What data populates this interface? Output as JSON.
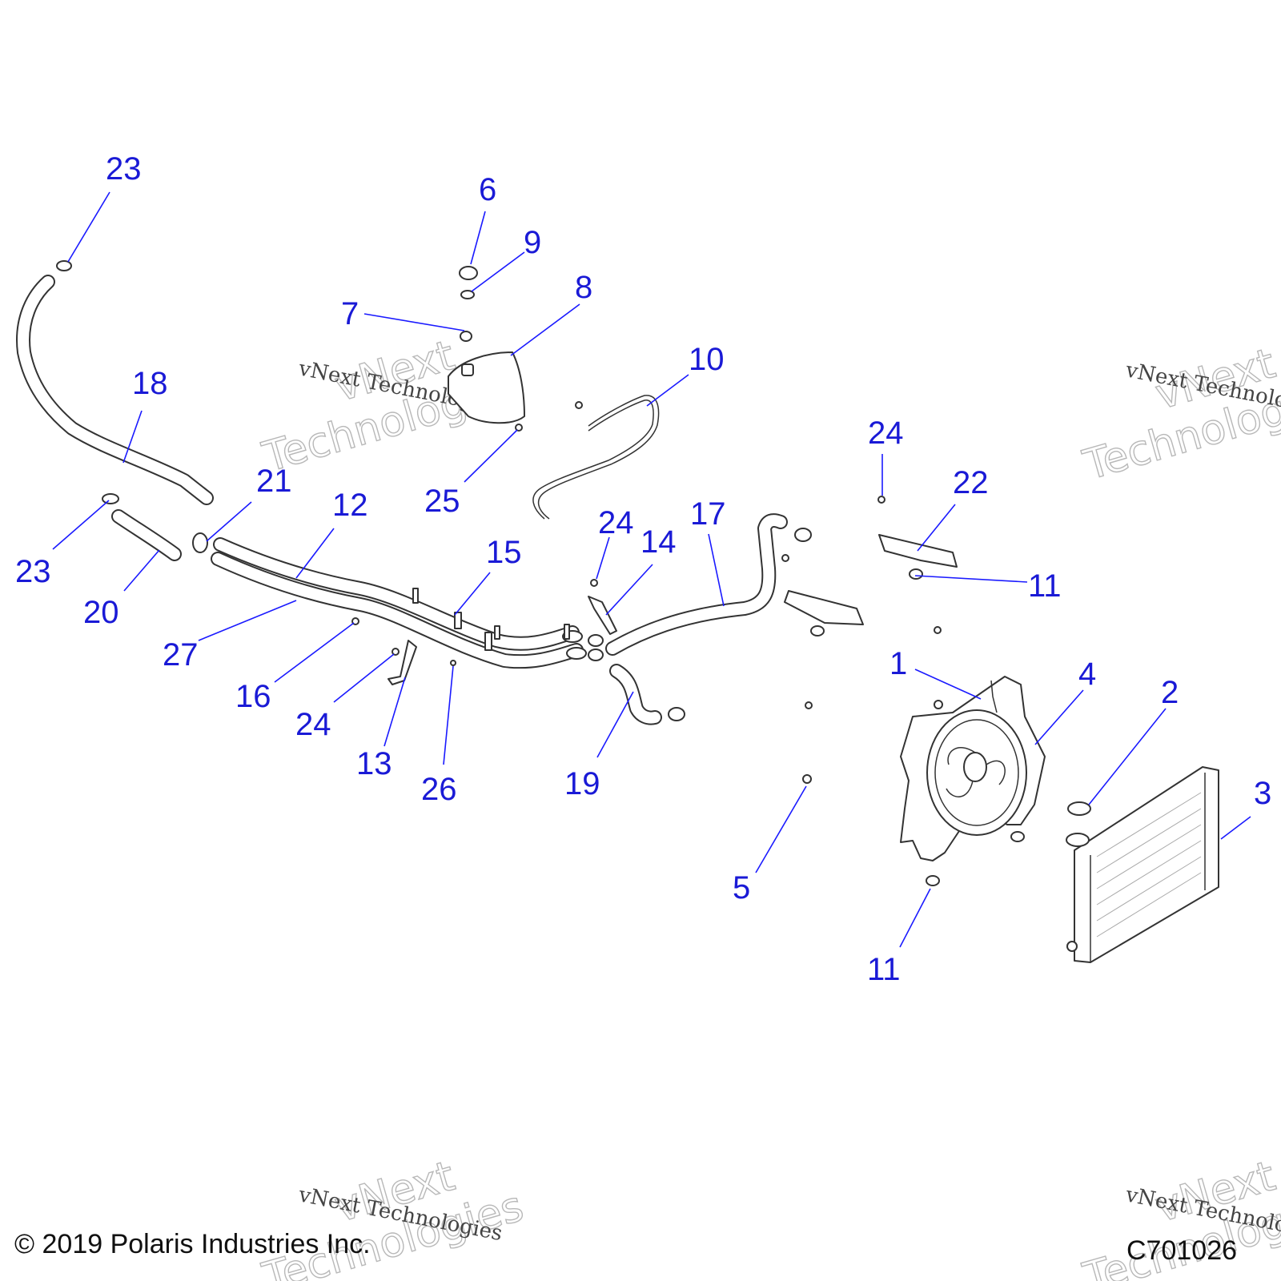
{
  "diagram": {
    "callouts": [
      {
        "label": "1"
      },
      {
        "label": "2"
      },
      {
        "label": "3"
      },
      {
        "label": "4"
      },
      {
        "label": "5"
      },
      {
        "label": "6"
      },
      {
        "label": "7"
      },
      {
        "label": "8"
      },
      {
        "label": "9"
      },
      {
        "label": "10"
      },
      {
        "label": "11"
      },
      {
        "label": "11"
      },
      {
        "label": "12"
      },
      {
        "label": "13"
      },
      {
        "label": "14"
      },
      {
        "label": "15"
      },
      {
        "label": "16"
      },
      {
        "label": "17"
      },
      {
        "label": "18"
      },
      {
        "label": "19"
      },
      {
        "label": "20"
      },
      {
        "label": "21"
      },
      {
        "label": "22"
      },
      {
        "label": "23"
      },
      {
        "label": "23"
      },
      {
        "label": "24"
      },
      {
        "label": "24"
      },
      {
        "label": "24"
      },
      {
        "label": "25"
      },
      {
        "label": "26"
      },
      {
        "label": "27"
      }
    ],
    "watermark": {
      "big_line1": "vNext",
      "big_line2": "Technologies",
      "small": "vNext Technologies"
    },
    "footer": {
      "copyright": "© 2019 Polaris Industries Inc.",
      "figure_code": "C701026"
    }
  }
}
